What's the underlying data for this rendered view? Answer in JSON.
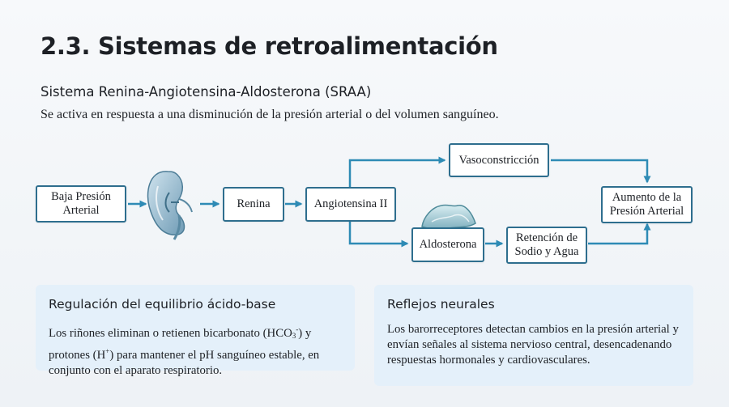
{
  "page": {
    "title": "2.3. Sistemas de retroalimentación",
    "subtitle": "Sistema Renina-Angiotensina-Aldosterona (SRAA)",
    "description": "Se activa en respuesta a una disminución de la presión arterial o del volumen sanguíneo."
  },
  "diagram": {
    "nodes": {
      "low_pressure": "Baja Presión Arterial",
      "renin": "Renina",
      "angiotensin": "Angiotensina II",
      "vasoconstriction": "Vasoconstricción",
      "aldosterone": "Aldosterona",
      "retention": "Retención de Sodio y Agua",
      "increase": "Aumento de la Presión Arterial"
    },
    "icons": {
      "kidney": "kidney-icon",
      "adrenal": "adrenal-gland-icon"
    },
    "colors": {
      "accent": "#2e6e8e",
      "arrow": "#2e8bb5",
      "panel": "#e4f0fa"
    }
  },
  "panels": {
    "acid_base": {
      "title": "Regulación del equilibrio ácido-base",
      "text_a": "Los riñones eliminan o retienen bicarbonato (HCO",
      "sub": "3",
      "sup_minus": "-",
      "text_b": ") y protones (H",
      "sup_plus": "+",
      "text_c": ") para mantener el pH sanguíneo estable, en conjunto con el aparato respiratorio."
    },
    "neural": {
      "title": "Reflejos neurales",
      "text": "Los barorreceptores detectan cambios en la presión arterial y envían señales al sistema nervioso central, desencadenando respuestas hormonales y cardiovasculares."
    }
  }
}
